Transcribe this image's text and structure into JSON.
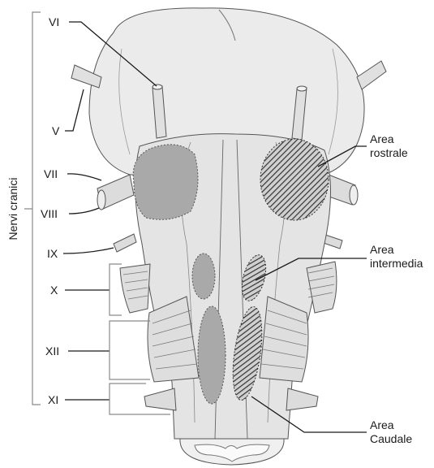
{
  "side_label": "Nervi cranici",
  "nerve_labels": {
    "vi": "VI",
    "v": "V",
    "vii": "VII",
    "viii": "VIII",
    "ix": "IX",
    "x": "X",
    "xii": "XII",
    "xi": "XI"
  },
  "areas": {
    "rostral": [
      "Area",
      "rostrale"
    ],
    "intermediate": [
      "Area",
      "intermedia"
    ],
    "caudal": [
      "Area",
      "Caudale"
    ]
  },
  "colors": {
    "brain_fill": "#e9e9e9",
    "medulla_fill": "#e4e4e4",
    "shaded_area": "#a9a9a9",
    "hatch": "#333333"
  }
}
